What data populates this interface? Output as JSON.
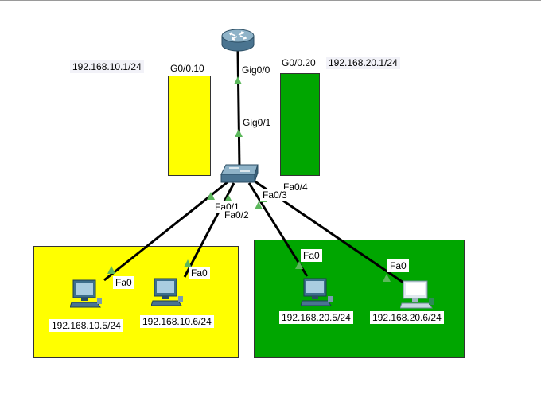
{
  "subnets": {
    "vlan10_gateway": "192.168.10.1/24",
    "vlan20_gateway": "192.168.20.1/24",
    "vlan10_subif": "G0/0.10",
    "vlan20_subif": "G0/0.20"
  },
  "ports": {
    "router_uplink": "Gig0/0",
    "switch_uplink": "Gig0/1",
    "switch_fa01": "Fa0/1",
    "switch_fa02": "Fa0/2",
    "switch_fa03": "Fa0/3",
    "switch_fa04": "Fa0/4",
    "pc1_port": "Fa0",
    "pc2_port": "Fa0",
    "pc3_port": "Fa0",
    "pc4_port": "Fa0"
  },
  "hosts": {
    "pc1_ip": "192.168.10.5/24",
    "pc2_ip": "192.168.10.6/24",
    "pc3_ip": "192.168.20.5/24",
    "pc4_ip": "192.168.20.6/24"
  },
  "colors": {
    "vlan10_area": "#ffff00",
    "vlan20_area": "#00a600",
    "link": "#000000",
    "link_up": "#5cb85c"
  },
  "icons": {
    "router": "router-icon",
    "switch": "switch-icon",
    "pc": "pc-icon"
  }
}
